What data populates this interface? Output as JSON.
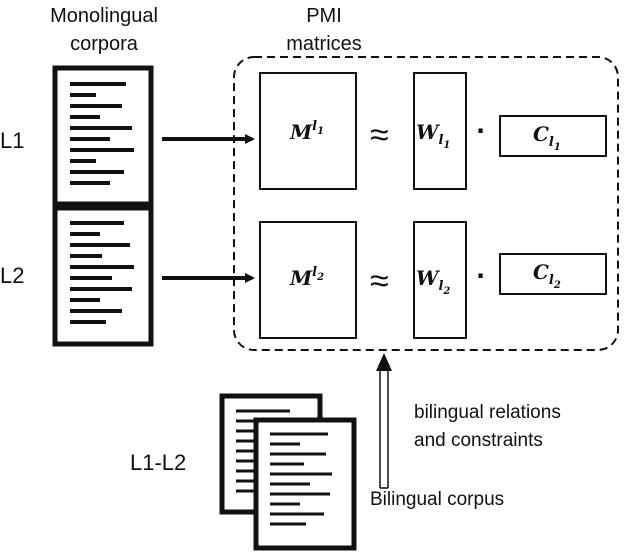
{
  "header": {
    "corpora_line1": "Monolingual",
    "corpora_line2": "corpora",
    "pmi_line1": "PMI",
    "pmi_line2": "matrices"
  },
  "rows": [
    {
      "lang_label": "L1",
      "matrix_base": "M",
      "matrix_sup": "l",
      "matrix_sub": "1",
      "approx": "≈",
      "w_base": "W",
      "w_sub": "l",
      "w_subsub": "1",
      "dot": "·",
      "c_base": "C",
      "c_sub": "l",
      "c_subsub": "1"
    },
    {
      "lang_label": "L2",
      "matrix_base": "M",
      "matrix_sup": "l",
      "matrix_sub": "2",
      "approx": "≈",
      "w_base": "W",
      "w_sub": "l",
      "w_subsub": "2",
      "dot": "·",
      "c_base": "C",
      "c_sub": "l",
      "c_subsub": "2"
    }
  ],
  "bilingual": {
    "pair_label": "L1-L2",
    "relations_line1": "bilingual relations",
    "relations_line2": "and constraints",
    "corpus_label": "Bilingual corpus"
  },
  "colors": {
    "ink": "#111111",
    "background": "#ffffff"
  }
}
